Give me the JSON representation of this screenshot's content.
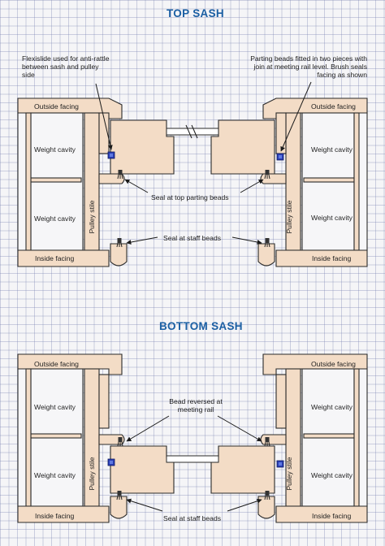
{
  "titles": {
    "top": "TOP SASH",
    "bottom": "BOTTOM SASH"
  },
  "labels": {
    "outside_facing": "Outside facing",
    "inside_facing": "Inside facing",
    "weight_cavity": "Weight cavity",
    "pulley_stile": "Pulley stile"
  },
  "top": {
    "note_left": "Flexislide used for anti-rattle between sash and pulley side",
    "note_right": "Parting beads fitted in two pieces with join at meeting rail level. Brush seals facing as shown",
    "seal_parting": "Seal at top parting beads",
    "seal_staff": "Seal at staff beads"
  },
  "bottom": {
    "note_center": "Bead reversed at meeting rail",
    "seal_staff": "Seal at staff beads"
  },
  "colors": {
    "wood": "#f3dcc6",
    "title": "#1b5fa3",
    "seal": "#2a3fb8"
  }
}
